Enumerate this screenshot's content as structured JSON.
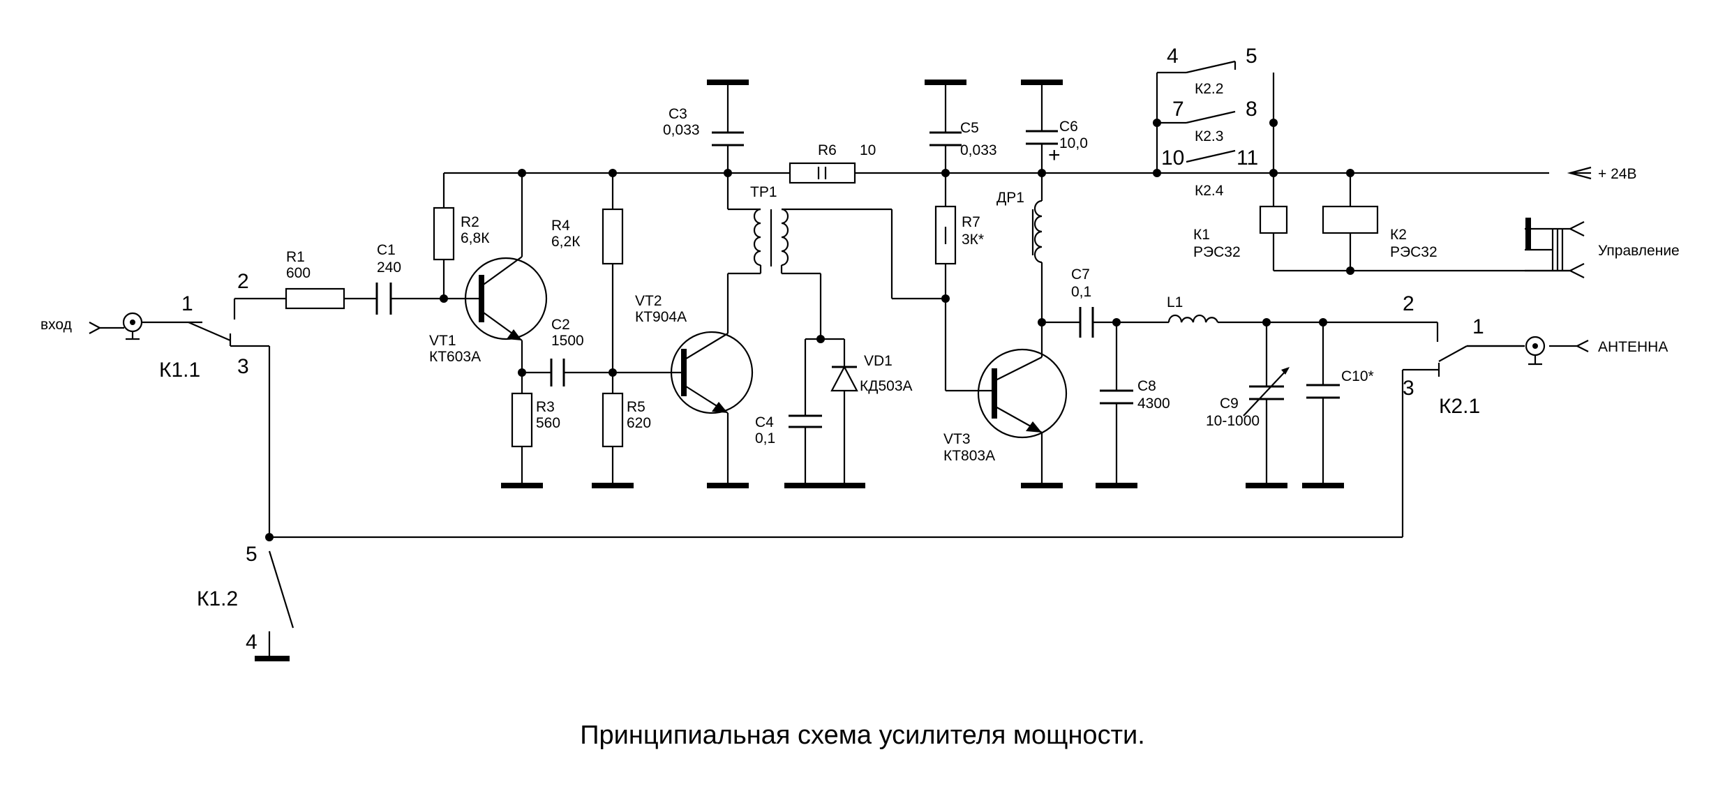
{
  "title": "Принципиальная схема усилителя мощности.",
  "ports": {
    "input": "вход",
    "antenna": "АНТЕННА",
    "supply": "+ 24В",
    "control": "Управление"
  },
  "components": {
    "R1": {
      "ref": "R1",
      "value": "600"
    },
    "C1": {
      "ref": "C1",
      "value": "240"
    },
    "R2": {
      "ref": "R2",
      "value": "6,8К"
    },
    "VT1": {
      "ref": "VT1",
      "value": "КТ603А"
    },
    "C2": {
      "ref": "C2",
      "value": "1500"
    },
    "R3": {
      "ref": "R3",
      "value": "560"
    },
    "R4": {
      "ref": "R4",
      "value": "6,2К"
    },
    "R5": {
      "ref": "R5",
      "value": "620"
    },
    "C3": {
      "ref": "C3",
      "value": "0,033"
    },
    "R6": {
      "ref": "R6",
      "value": "10"
    },
    "TP1": {
      "ref": "TP1"
    },
    "VT2": {
      "ref": "VT2",
      "value": "КТ904А"
    },
    "C4": {
      "ref": "C4",
      "value": "0,1"
    },
    "VD1": {
      "ref": "VD1",
      "value": "КД503А"
    },
    "C5": {
      "ref": "C5",
      "value": "0,033"
    },
    "R7": {
      "ref": "R7",
      "value": "3К*"
    },
    "C6": {
      "ref": "C6",
      "value": "10,0",
      "polarity": "+"
    },
    "DR1": {
      "ref": "ДР1"
    },
    "VT3": {
      "ref": "VT3",
      "value": "КТ803А"
    },
    "C7": {
      "ref": "C7",
      "value": "0,1"
    },
    "C8": {
      "ref": "C8",
      "value": "4300"
    },
    "L1": {
      "ref": "L1"
    },
    "C9": {
      "ref": "C9",
      "value": "10-1000"
    },
    "C10": {
      "ref": "C10*"
    },
    "K1": {
      "ref": "К1",
      "value": "РЭС32"
    },
    "K2": {
      "ref": "К2",
      "value": "РЭС32"
    }
  },
  "switches": {
    "K11": {
      "ref": "К1.1",
      "pin1": "1",
      "pin2": "2",
      "pin3": "3"
    },
    "K12": {
      "ref": "К1.2",
      "pin5": "5",
      "pin4": "4"
    },
    "K21": {
      "ref": "К2.1",
      "pin1": "1",
      "pin2": "2",
      "pin3": "3"
    },
    "K22": {
      "ref": "К2.2",
      "pinA": "4",
      "pinB": "5"
    },
    "K23": {
      "ref": "К2.3",
      "pinA": "7",
      "pinB": "8"
    },
    "K24": {
      "ref": "К2.4",
      "pinA": "10",
      "pinB": "11"
    }
  }
}
